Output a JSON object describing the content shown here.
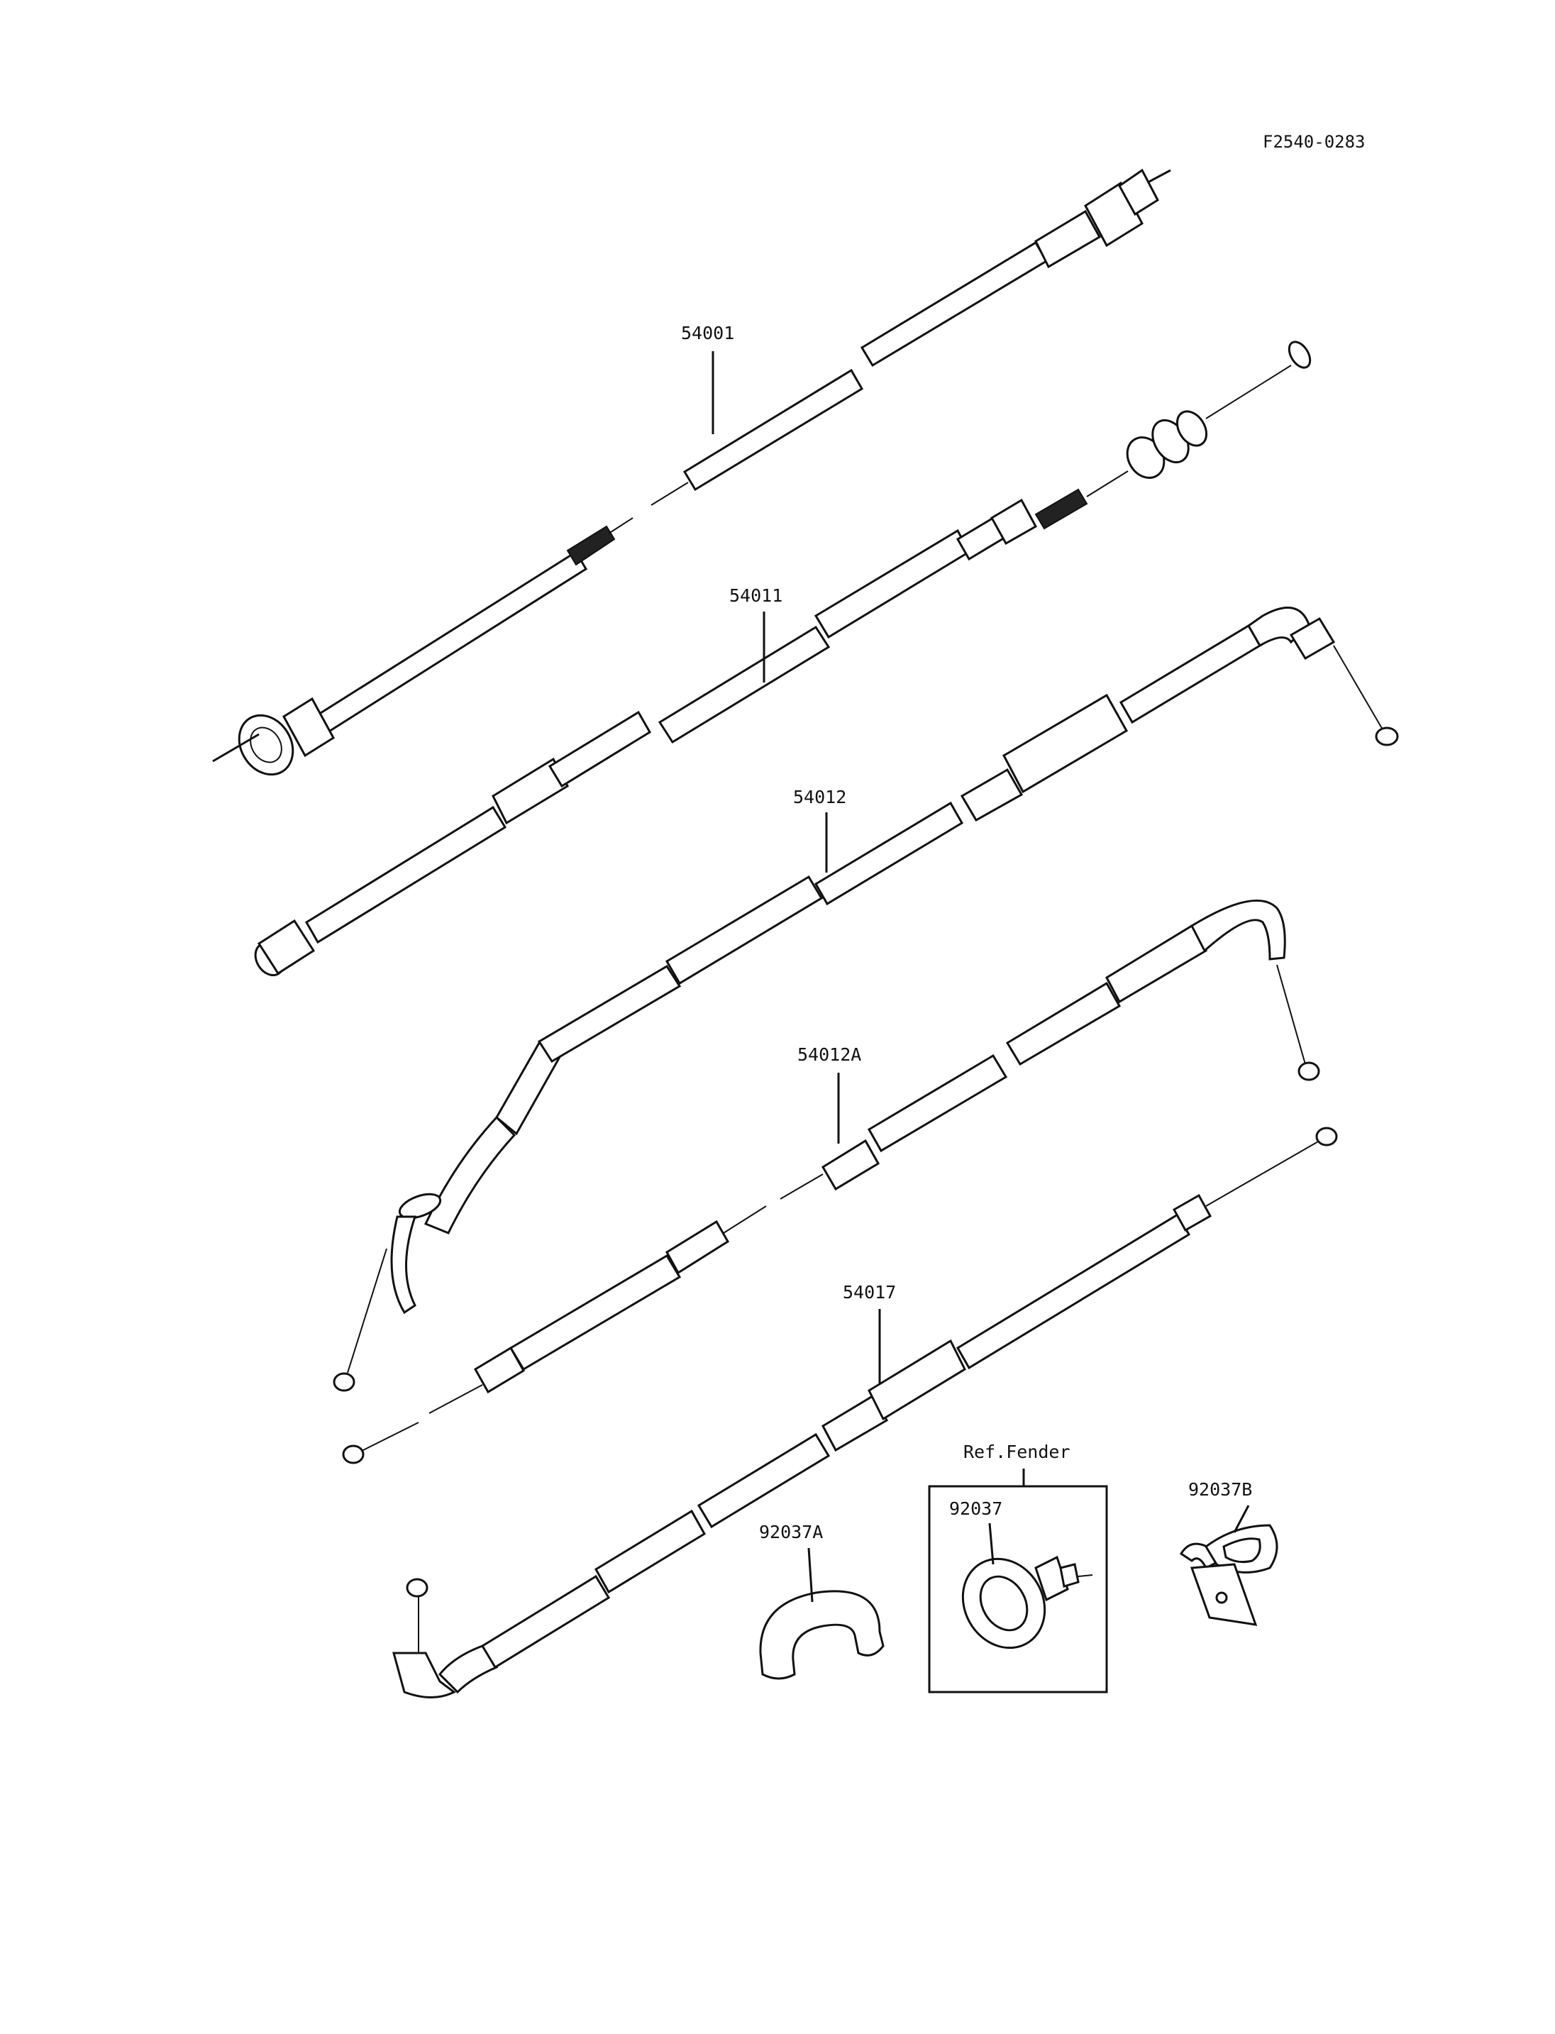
{
  "diagram_code": "F2540-0283",
  "parts": [
    {
      "id": "speedometer",
      "number": "54001"
    },
    {
      "id": "clutch",
      "number": "54011"
    },
    {
      "id": "throttle",
      "number": "54012"
    },
    {
      "id": "throttle-b",
      "number": "54012A"
    },
    {
      "id": "choke",
      "number": "54017"
    },
    {
      "id": "clamp-a",
      "number": "92037A"
    },
    {
      "id": "clamp",
      "number": "92037"
    },
    {
      "id": "clamp-b",
      "number": "92037B"
    }
  ],
  "ref_box": {
    "label": "Ref.Fender"
  }
}
